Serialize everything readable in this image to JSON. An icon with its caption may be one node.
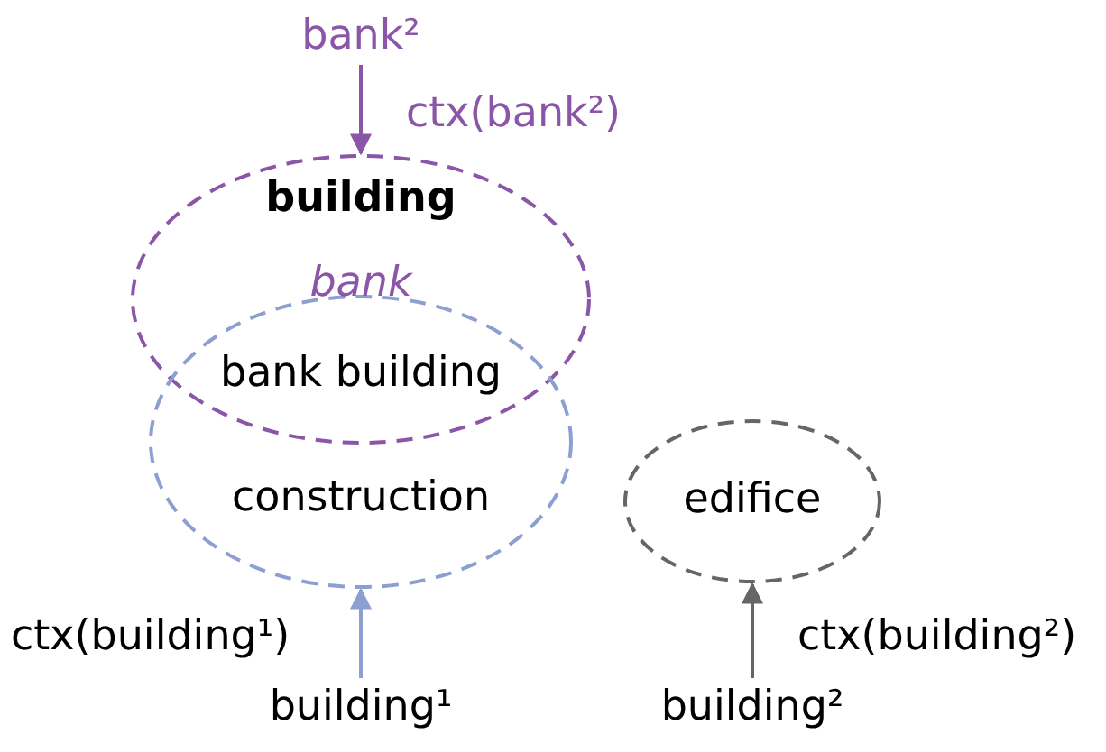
{
  "diagram": {
    "nodes": [
      {
        "text": [
          "bank²"
        ]
      },
      {
        "text": [
          "building"
        ]
      },
      {
        "text": [
          "construction"
        ]
      },
      {
        "text": [
          "edifice"
        ]
      },
      {
        "text": [
          "building¹"
        ]
      },
      {
        "text": [
          "building²"
        ]
      }
    ],
    "edges": [
      {
        "from": 0,
        "to": 1,
        "arrow": "to",
        "label": "ctx(bank²)",
        "color": "#8b55a8"
      },
      {
        "from": 4,
        "to": 2,
        "arrow": "to",
        "label": "ctx(building¹)",
        "color": "#8c9fd0"
      },
      {
        "from": 5,
        "to": 3,
        "arrow": "to",
        "label": "ctx(building²)",
        "color": "#666666"
      }
    ],
    "labels": [
      "bank",
      "bank building"
    ]
  }
}
